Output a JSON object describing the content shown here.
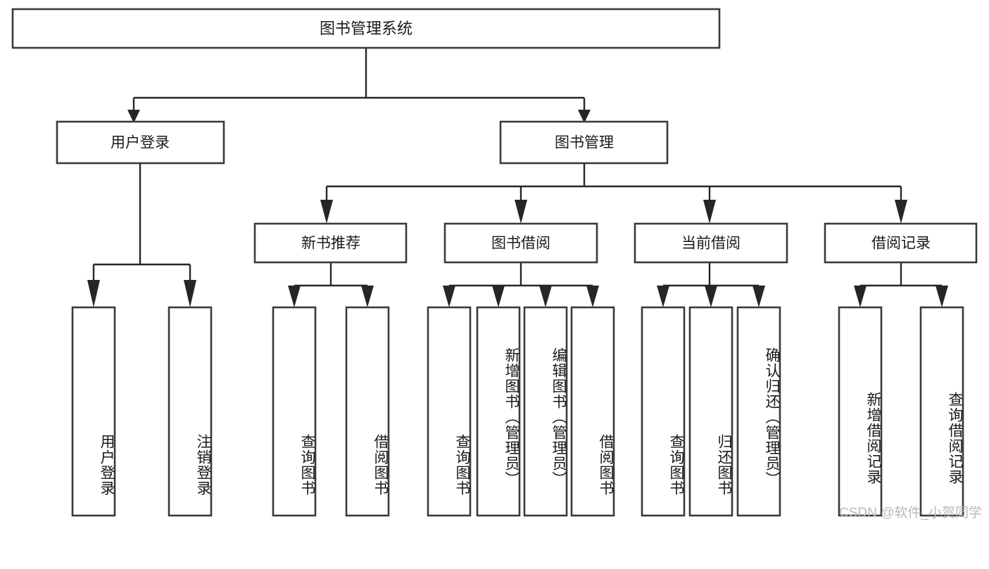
{
  "diagram": {
    "type": "tree-hierarchy-chart",
    "title": "图书管理系统",
    "levels": {
      "root": {
        "label": "图书管理系统"
      },
      "level2": [
        {
          "id": "user-login",
          "label": "用户登录"
        },
        {
          "id": "book-management",
          "label": "图书管理"
        }
      ],
      "level3": [
        {
          "id": "new-book-recommend",
          "label": "新书推荐",
          "parent": "book-management"
        },
        {
          "id": "book-borrow",
          "label": "图书借阅",
          "parent": "book-management"
        },
        {
          "id": "current-borrow",
          "label": "当前借阅",
          "parent": "book-management"
        },
        {
          "id": "borrow-record",
          "label": "借阅记录",
          "parent": "book-management"
        }
      ],
      "leaves": [
        {
          "id": "leaf-user-login",
          "label": "用户登录",
          "parent": "user-login"
        },
        {
          "id": "leaf-logout-login",
          "label": "注销登录",
          "parent": "user-login"
        },
        {
          "id": "leaf-query-book-1",
          "label": "查询图书",
          "parent": "new-book-recommend"
        },
        {
          "id": "leaf-borrow-book-1",
          "label": "借阅图书",
          "parent": "new-book-recommend"
        },
        {
          "id": "leaf-query-book-2",
          "label": "查询图书",
          "parent": "book-borrow"
        },
        {
          "id": "leaf-add-book",
          "label": "新增图书（管理员）",
          "parent": "book-borrow"
        },
        {
          "id": "leaf-edit-book",
          "label": "编辑图书（管理员）",
          "parent": "book-borrow"
        },
        {
          "id": "leaf-borrow-book-2",
          "label": "借阅图书",
          "parent": "book-borrow"
        },
        {
          "id": "leaf-query-book-3",
          "label": "查询图书",
          "parent": "current-borrow"
        },
        {
          "id": "leaf-return-book",
          "label": "归还图书",
          "parent": "current-borrow"
        },
        {
          "id": "leaf-confirm-return",
          "label": "确认归还（管理员）",
          "parent": "current-borrow"
        },
        {
          "id": "leaf-add-record",
          "label": "新增借阅记录",
          "parent": "borrow-record"
        },
        {
          "id": "leaf-query-record",
          "label": "查询借阅记录",
          "parent": "borrow-record"
        }
      ]
    },
    "colors": {
      "box_stroke": "#3a3a3a",
      "box_fill": "#ffffff",
      "connector": "#262626",
      "text": "#1a1a1a",
      "watermark": "#b9b9b9"
    }
  },
  "watermark": {
    "text": "CSDN @软件_小贺同学"
  }
}
